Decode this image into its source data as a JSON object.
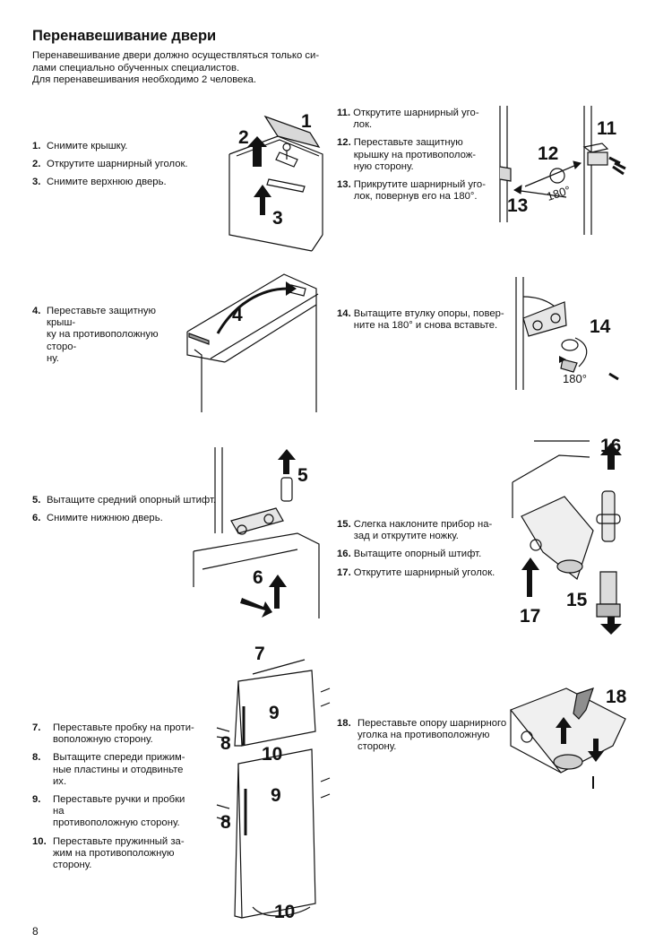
{
  "page": {
    "title": "Перенавешивание двери",
    "intro": [
      "Перенавешивание двери должно осуществляться только си-",
      "лами специально обученных специалистов.",
      "Для перенавешивания необходимо 2 человека."
    ],
    "page_number": "8"
  },
  "groups": {
    "g1": [
      {
        "num": "1.",
        "text": "Снимите крышку."
      },
      {
        "num": "2.",
        "text": "Открутите шарнирный уголок."
      },
      {
        "num": "3.",
        "text": "Снимите верхнюю дверь."
      }
    ],
    "g11": [
      {
        "num": "11.",
        "text": "Открутите шарнирный уго-\nлок."
      },
      {
        "num": "12.",
        "text": "Переставьте защитную\nкрышку на противополож-\nную сторону."
      },
      {
        "num": "13.",
        "text": "Прикрутите шарнирный уго-\nлок, повернув его на 180°."
      }
    ],
    "g4": [
      {
        "num": "4.",
        "text": "Переставьте защитную крыш-\nку на противоположную сторо-\nну."
      }
    ],
    "g14": [
      {
        "num": "14.",
        "text": "Вытащите втулку опоры, повер-\nните на 180° и снова вставьте."
      }
    ],
    "g5": [
      {
        "num": "5.",
        "text": "Вытащите средний опорный штифт."
      },
      {
        "num": "6.",
        "text": "Снимите нижнюю дверь."
      }
    ],
    "g15": [
      {
        "num": "15.",
        "text": "Слегка наклоните прибор на-\nзад и открутите ножку."
      },
      {
        "num": "16.",
        "text": "Вытащите опорный штифт."
      },
      {
        "num": "17.",
        "text": "Открутите шарнирный уголок."
      }
    ],
    "g7": [
      {
        "num": "7.",
        "text": "Переставьте пробку на проти-\nвоположную сторону."
      },
      {
        "num": "8.",
        "text": "Вытащите спереди прижим-\nные пластины и отодвиньте их."
      },
      {
        "num": "9.",
        "text": "Переставьте ручки и пробки на\nпротивоположную сторону."
      },
      {
        "num": "10.",
        "text": "Переставьте пружинный за-\nжим на противоположную\nсторону."
      }
    ],
    "g18": [
      {
        "num": "18.",
        "text": "Переставьте опору шарнирного\nуголка на противоположную\nсторону."
      }
    ]
  },
  "figures": {
    "fig1": {
      "labels": [
        "1",
        "2",
        "3"
      ]
    },
    "fig11": {
      "labels": [
        "11",
        "12",
        "13",
        "180°"
      ]
    },
    "fig4": {
      "labels": [
        "4"
      ]
    },
    "fig14": {
      "labels": [
        "14",
        "180°"
      ]
    },
    "fig5": {
      "labels": [
        "5",
        "6"
      ]
    },
    "fig15": {
      "labels": [
        "16",
        "15",
        "17"
      ]
    },
    "fig7": {
      "labels": [
        "7",
        "9",
        "8",
        "10",
        "9",
        "8",
        "10"
      ]
    },
    "fig18": {
      "labels": [
        "18"
      ]
    }
  }
}
